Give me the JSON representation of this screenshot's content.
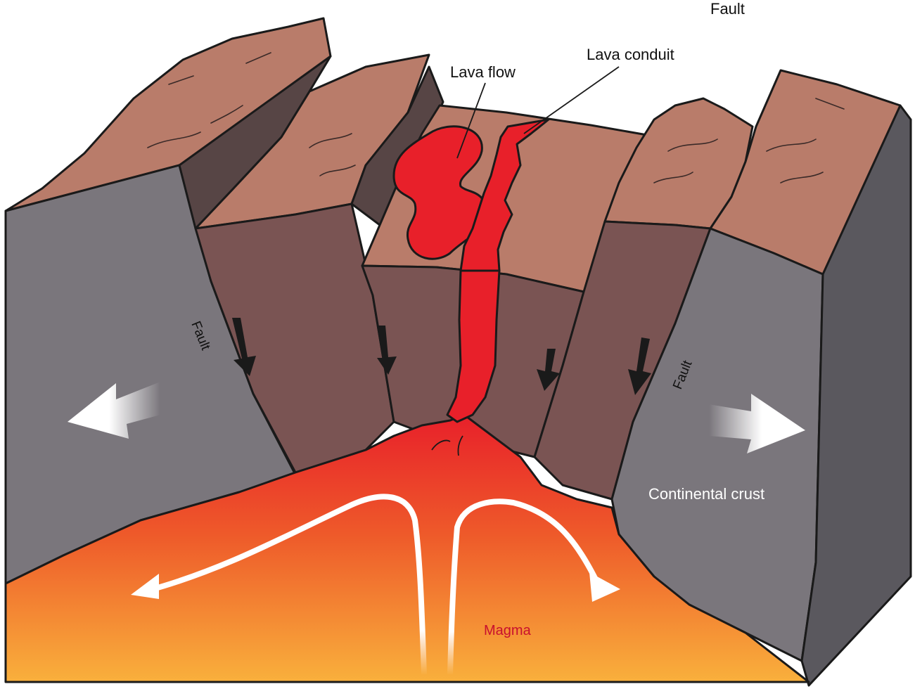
{
  "diagram": {
    "labels": {
      "fault_top": "Fault",
      "fault_left": "Fault",
      "fault_right": "Fault",
      "lava_flow": "Lava flow",
      "lava_conduit": "Lava conduit",
      "continental_crust": "Continental crust",
      "magma": "Magma"
    },
    "colors": {
      "crust_top": "#b97c6a",
      "block_face": "#7a5453",
      "block_side": "#574545",
      "crust_gray": "#7a767c",
      "crust_dark": "#5a585e",
      "lava": "#e8202a",
      "magma_top": "#e8202a",
      "magma_bottom": "#f9b03c",
      "outline": "#1a1a1a"
    },
    "icons": [
      "arrow-down-icon",
      "arrow-left-icon",
      "arrow-right-icon",
      "convection-arrow-icon"
    ]
  }
}
